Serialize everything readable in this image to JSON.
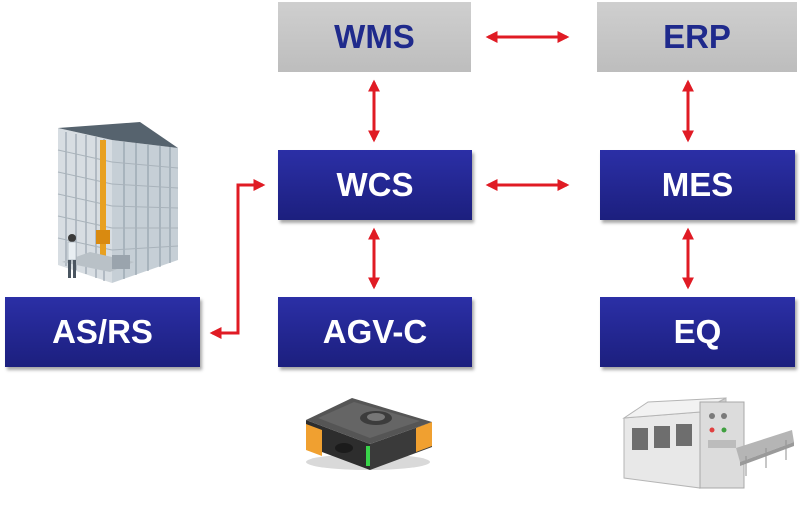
{
  "nodes": {
    "wms": "WMS",
    "erp": "ERP",
    "wcs": "WCS",
    "mes": "MES",
    "asrs": "AS/RS",
    "agvc": "AGV-C",
    "eq": "EQ"
  },
  "colors": {
    "gray_box": "#c4c4c4",
    "gray_text": "#1f2a8c",
    "blue_box": "#24279a",
    "arrow": "#e01b24"
  },
  "images": {
    "asrs": "automated-storage-rack-illustration",
    "agv": "agv-robot-illustration",
    "eq": "industrial-machine-illustration"
  }
}
